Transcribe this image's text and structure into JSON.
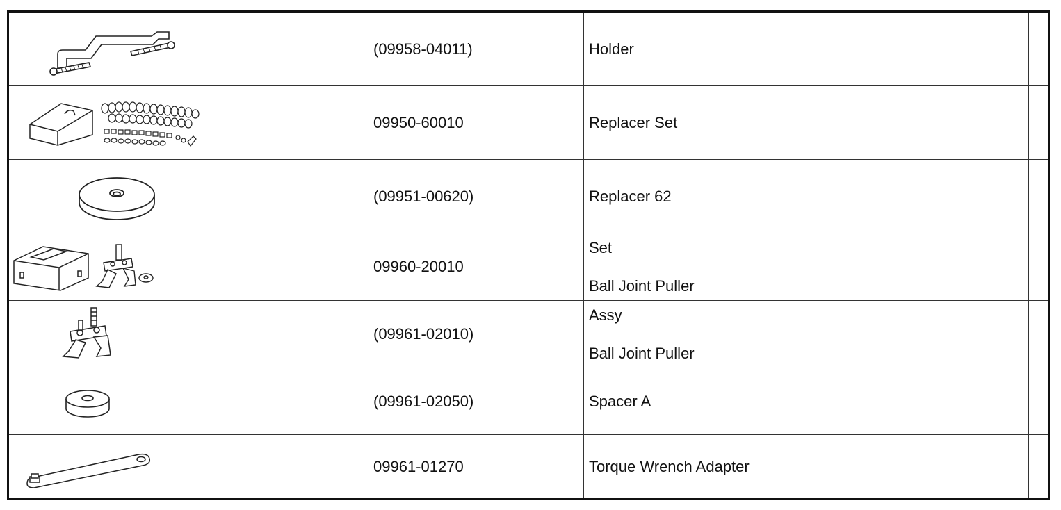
{
  "rows": [
    {
      "part_number": "(09958-04011)",
      "name_lines": [
        "Holder"
      ],
      "illustration": "holder-tool-icon"
    },
    {
      "part_number": "09950-60010",
      "name_lines": [
        "Replacer Set"
      ],
      "illustration": "replacer-set-icon"
    },
    {
      "part_number": "(09951-00620)",
      "name_lines": [
        "Replacer 62"
      ],
      "illustration": "replacer-disc-icon"
    },
    {
      "part_number": "09960-20010",
      "name_lines": [
        "Set",
        "Ball Joint Puller"
      ],
      "illustration": "ball-joint-puller-set-icon"
    },
    {
      "part_number": "(09961-02010)",
      "name_lines": [
        "Assy",
        "Ball Joint Puller"
      ],
      "illustration": "ball-joint-puller-assy-icon"
    },
    {
      "part_number": "(09961-02050)",
      "name_lines": [
        "Spacer A"
      ],
      "illustration": "spacer-icon"
    },
    {
      "part_number": "09961-01270",
      "name_lines": [
        "Torque Wrench Adapter"
      ],
      "illustration": "torque-wrench-adapter-icon"
    }
  ]
}
